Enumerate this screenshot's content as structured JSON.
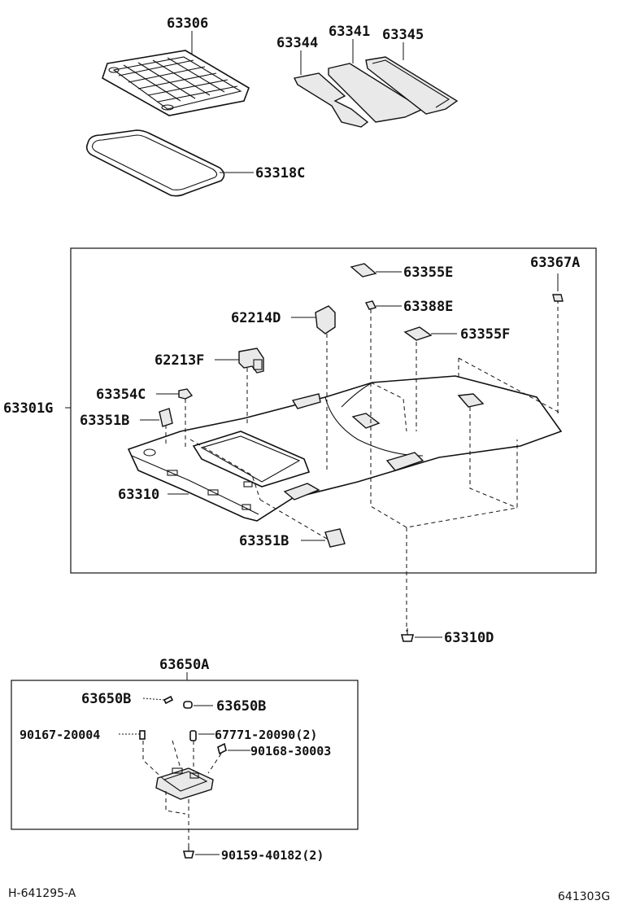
{
  "labels": {
    "p63306": "63306",
    "p63344": "63344",
    "p63341": "63341",
    "p63345": "63345",
    "p63318c": "63318C",
    "p63367a": "63367A",
    "p63355e": "63355E",
    "p63388e": "63388E",
    "p62214d": "62214D",
    "p63355f": "63355F",
    "p62213f": "62213F",
    "p63354c": "63354C",
    "p63301g": "63301G",
    "p63351b_top": "63351B",
    "p63310": "63310",
    "p63351b_bot": "63351B",
    "p63310d": "63310D",
    "p63650a": "63650A",
    "p63650b_left": "63650B",
    "p63650b_right": "63650B",
    "p90167": "90167-20004",
    "p67771": "67771-20090(2)",
    "p90168": "90168-30003",
    "p90159": "90159-40182(2)"
  },
  "footer": {
    "left_ref": "H-641295-A",
    "right_ref": "641303G"
  }
}
